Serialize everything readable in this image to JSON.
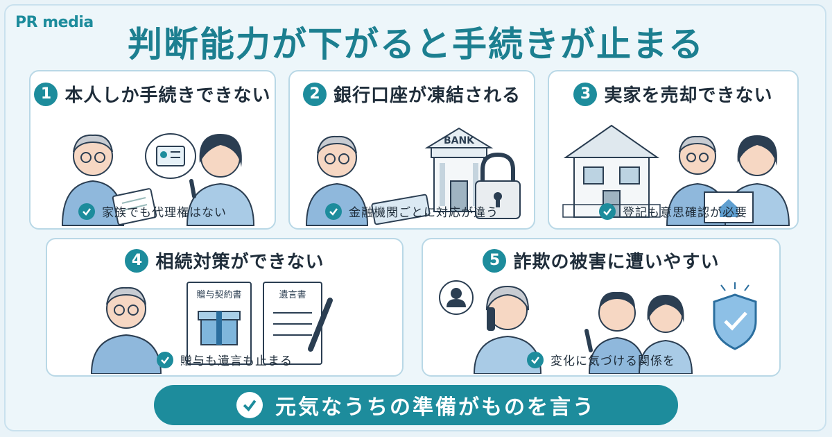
{
  "brand": "PR media",
  "title": "判断能力が下がると手続きが止まる",
  "cards": [
    {
      "num": "1",
      "title": "本人しか手続きできない",
      "note": "家族でも代理権はない"
    },
    {
      "num": "2",
      "title": "銀行口座が凍結される",
      "note": "金融機関ごとに対応が違う"
    },
    {
      "num": "3",
      "title": "実家を売却できない",
      "note": "登記も意思確認が必要"
    },
    {
      "num": "4",
      "title": "相続対策ができない",
      "note": "贈与も遺言も止まる"
    },
    {
      "num": "5",
      "title": "詐欺の被害に遭いやすい",
      "note": "変化に気づける関係を"
    }
  ],
  "labels": {
    "bank": "BANK",
    "gift_doc": "贈与契約書",
    "will_doc": "遺言書"
  },
  "banner": "元気なうちの準備がものを言う",
  "colors": {
    "accent": "#1d8c9c",
    "title": "#1c7f90",
    "card_border": "#b9d8e6",
    "sweater": "#8fb8dc"
  },
  "icons": [
    "check-icon",
    "id-card-icon",
    "bank-icon",
    "lock-icon",
    "house-icon",
    "gift-icon",
    "pen-icon",
    "phone-icon",
    "shield-icon"
  ]
}
